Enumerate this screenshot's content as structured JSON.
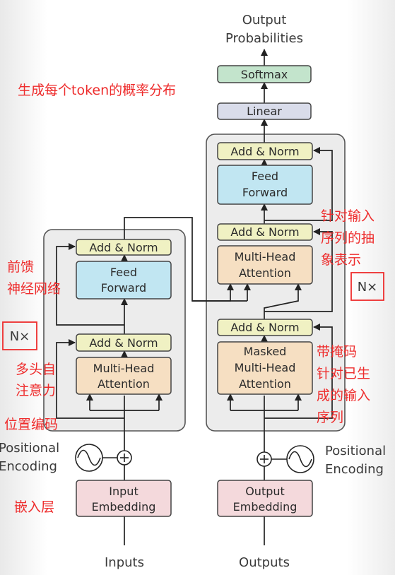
{
  "labels": {
    "output_probabilities": [
      "Output",
      "Probabilities"
    ],
    "inputs": "Inputs",
    "outputs": "Outputs",
    "positional_encoding_left": [
      "Positional",
      "Encoding"
    ],
    "positional_encoding_right": [
      "Positional",
      "Encoding"
    ]
  },
  "blocks": {
    "softmax": "Softmax",
    "linear": "Linear",
    "enc_add_norm_top": "Add & Norm",
    "enc_feed_forward": [
      "Feed",
      "Forward"
    ],
    "enc_add_norm_bottom": "Add & Norm",
    "enc_multi_head": [
      "Multi-Head",
      "Attention"
    ],
    "input_embedding": [
      "Input",
      "Embedding"
    ],
    "dec_add_norm_top": "Add & Norm",
    "dec_feed_forward": [
      "Feed",
      "Forward"
    ],
    "dec_add_norm_mid": "Add & Norm",
    "dec_multi_head": [
      "Multi-Head",
      "Attention"
    ],
    "dec_add_norm_bottom": "Add & Norm",
    "dec_masked_multi_head": [
      "Masked",
      "Multi-Head",
      "Attention"
    ],
    "output_embedding": [
      "Output",
      "Embedding"
    ]
  },
  "stack_labels": {
    "encoder": "N×",
    "decoder": "N×"
  },
  "annotations": {
    "token_distribution": "生成每个token的概率分布",
    "feed_forward_net": [
      "前馈",
      "神经网络"
    ],
    "multi_head_self_attention": [
      "多头自",
      "注意力"
    ],
    "positional_encoding": "位置编码",
    "embedding_layer": "嵌入层",
    "cross_attention": [
      "针对输入",
      "序列的抽",
      "象表示"
    ],
    "masked_attention": [
      "带掩码",
      "针对已生",
      "成的输入",
      "序列"
    ]
  },
  "colors": {
    "softmax": "#c3e4cc",
    "linear": "#d9dcea",
    "add_norm": "#f0f1c3",
    "feed_forward": "#c1e6f2",
    "attention": "#f6dfc2",
    "embedding": "#f4d9dc",
    "stack_bg": "#ececec",
    "annotation": "#ee2c2c"
  }
}
